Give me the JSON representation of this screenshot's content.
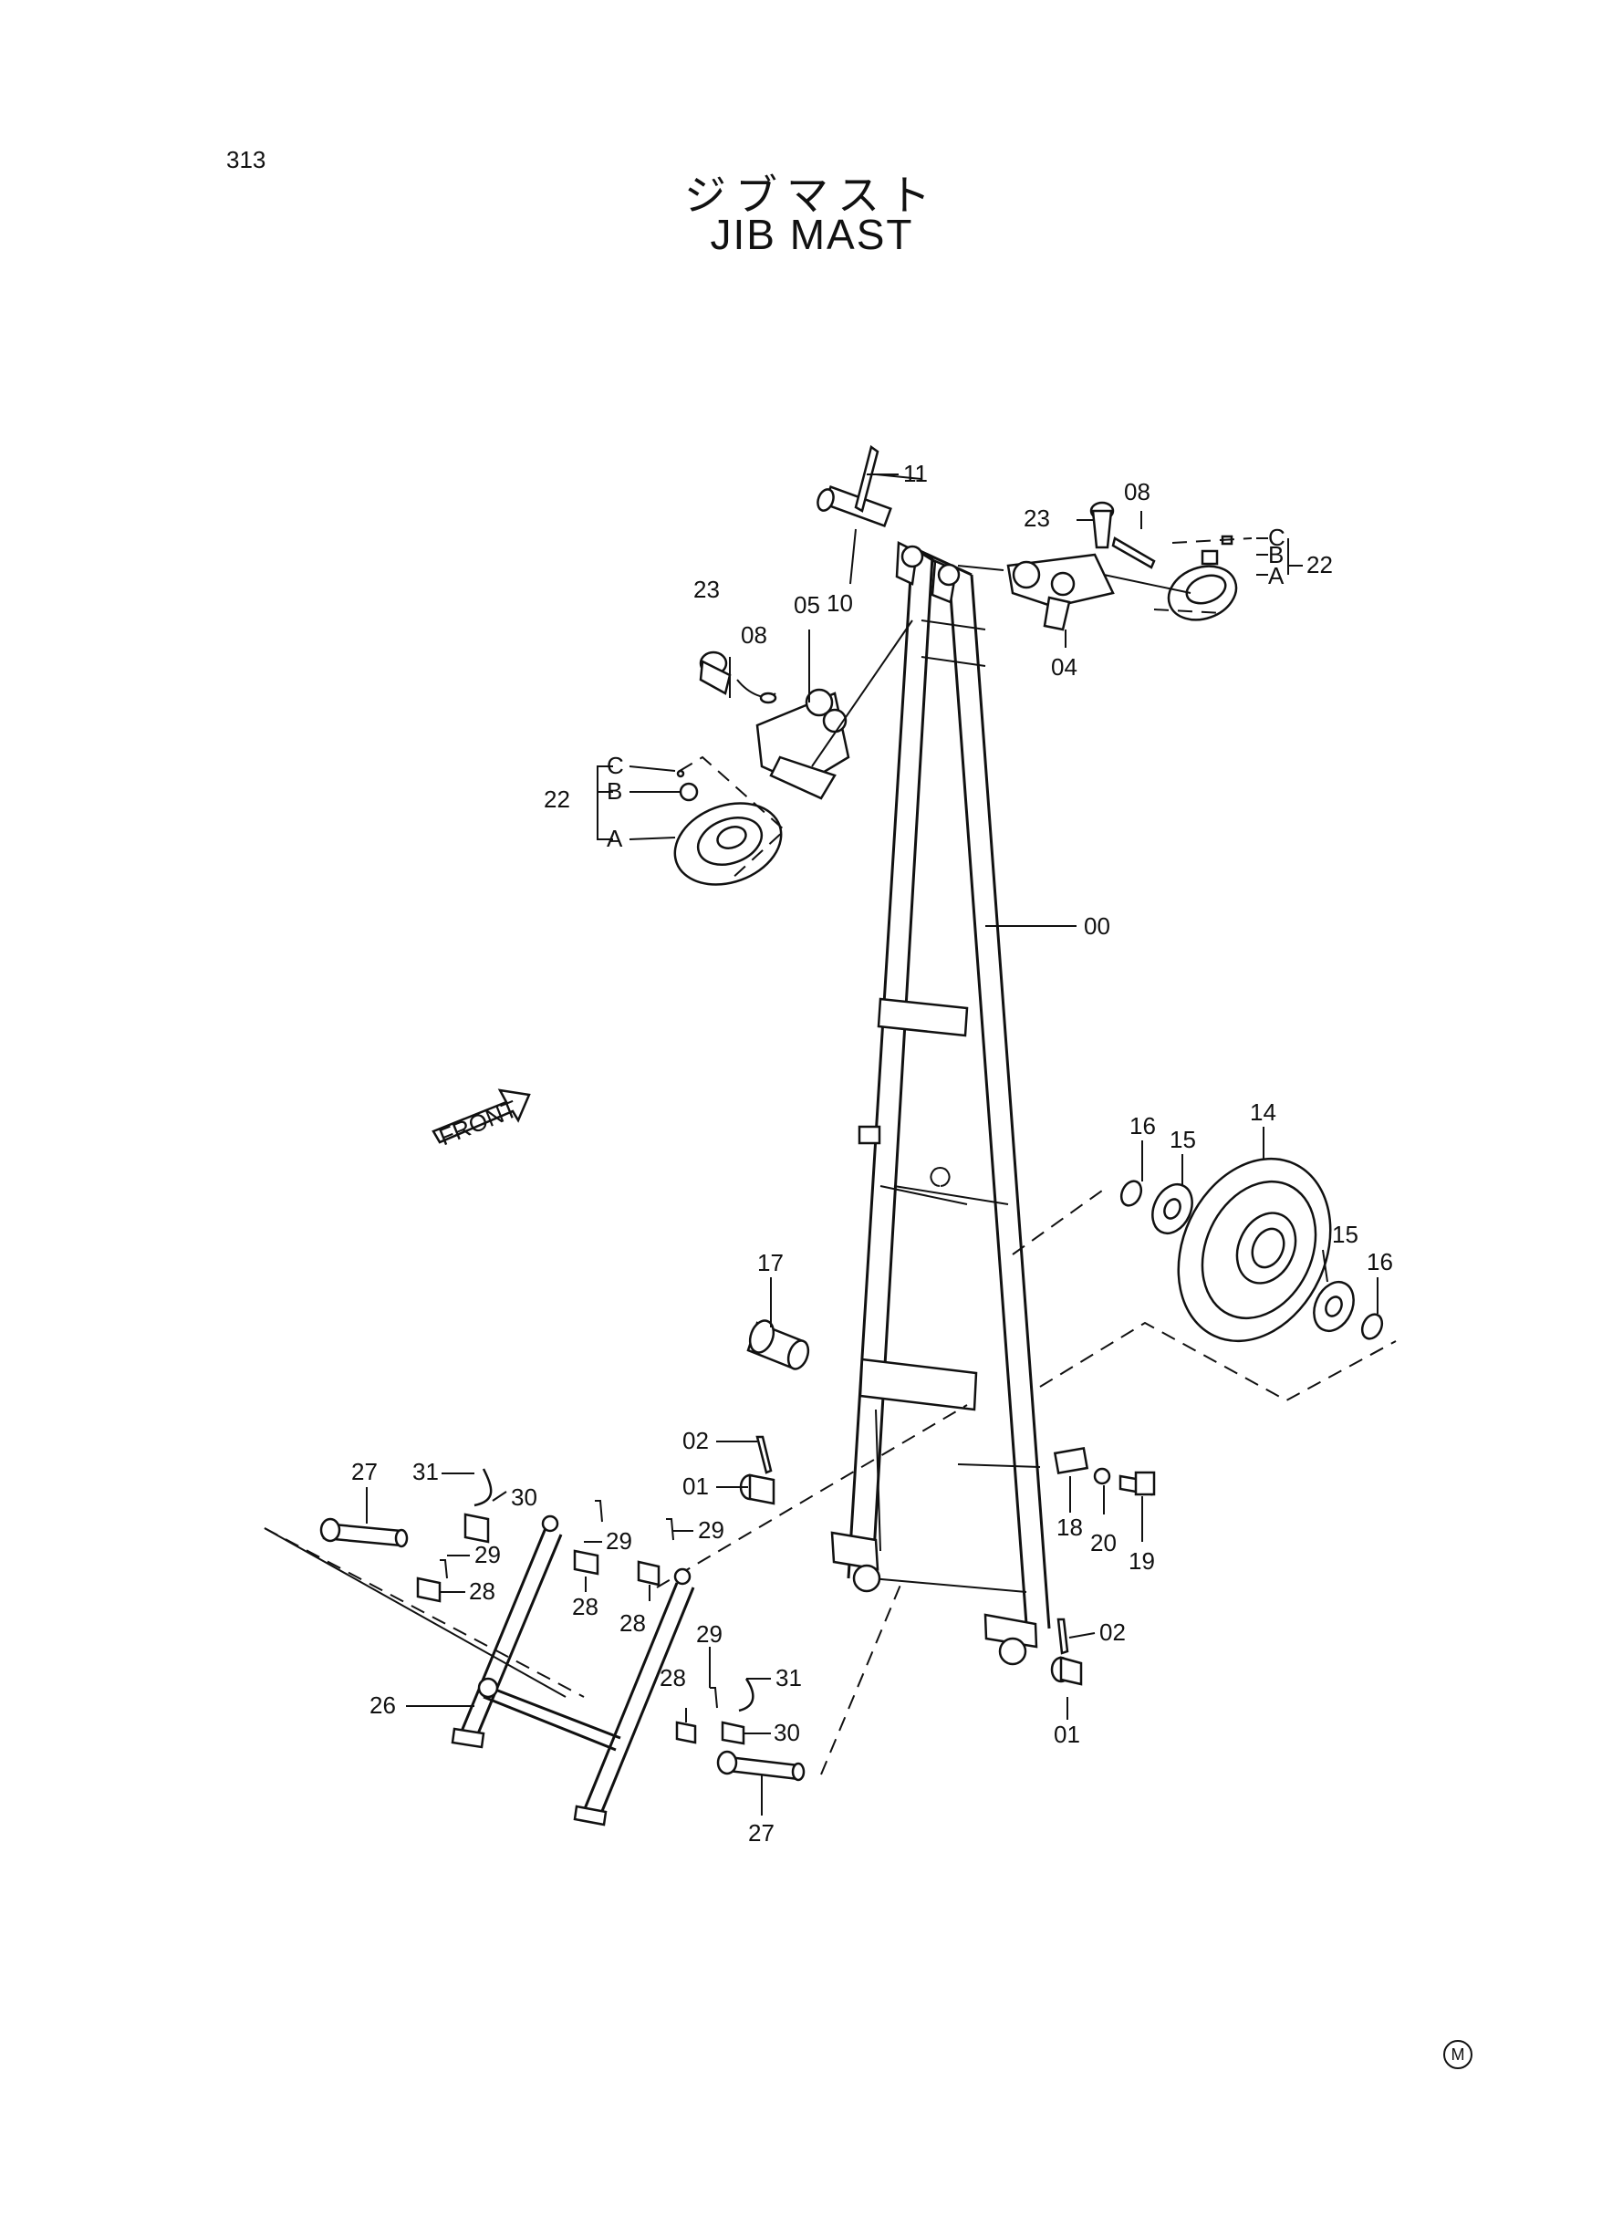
{
  "page_number": "313",
  "title_jp": "ジブマスト",
  "title_en": "JIB MAST",
  "front_label": "FRONT",
  "manual_mark": "M",
  "callouts": {
    "c00": "00",
    "c11": "11",
    "c10": "10",
    "c05": "05",
    "c23a": "23",
    "c08a": "08",
    "c23b": "23",
    "c08b": "08",
    "c04": "04",
    "c22a": "22",
    "c22b": "22",
    "cA1": "A",
    "cB1": "B",
    "cC1": "C",
    "cA2": "A",
    "cB2": "B",
    "cC2": "C",
    "c14": "14",
    "c15a": "15",
    "c15b": "15",
    "c16a": "16",
    "c16b": "16",
    "c17": "17",
    "c02a": "02",
    "c01a": "01",
    "c02b": "02",
    "c01b": "01",
    "c18": "18",
    "c20": "20",
    "c19": "19",
    "c27a": "27",
    "c27b": "27",
    "c31a": "31",
    "c31b": "31",
    "c30a": "30",
    "c30b": "30",
    "c29a": "29",
    "c29b": "29",
    "c29c": "29",
    "c29d": "29",
    "c28a": "28",
    "c28b": "28",
    "c28c": "28",
    "c28d": "28",
    "c26": "26"
  }
}
